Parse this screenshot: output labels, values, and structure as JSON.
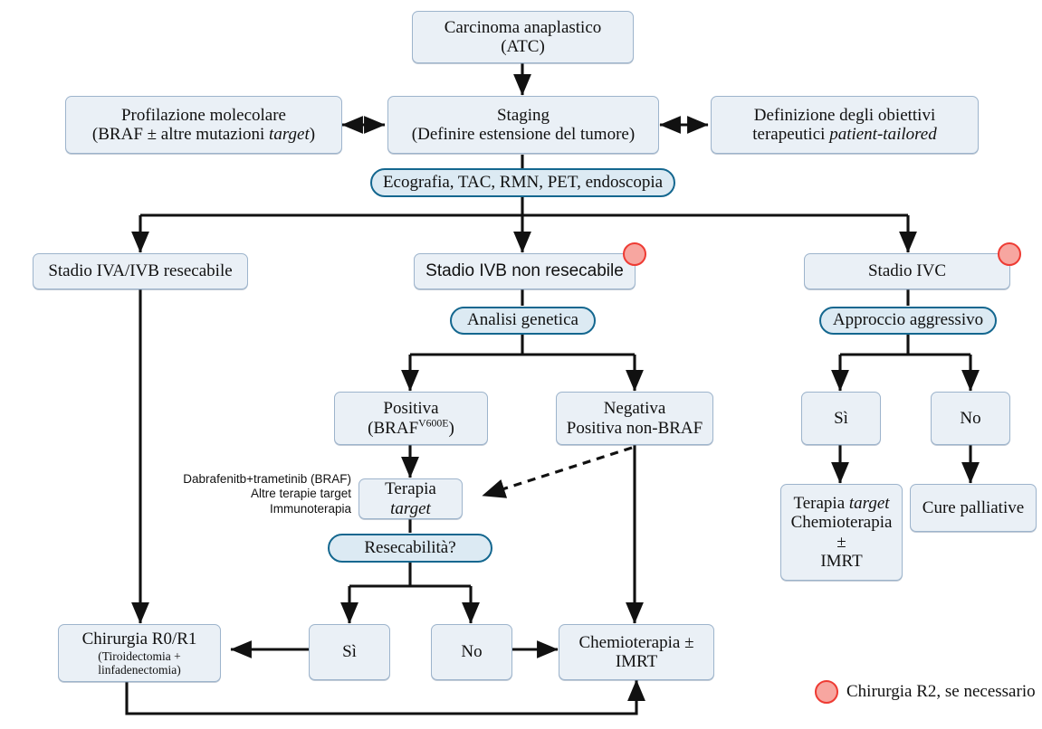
{
  "diagram": {
    "title_node": {
      "line1": "Carcinoma anaplastico",
      "line2": "(ATC)"
    },
    "profiling": {
      "line1": "Profilazione molecolare",
      "line2_a": "(BRAF ± altre mutazioni ",
      "line2_it": "target",
      "line2_b": ")"
    },
    "staging": {
      "line1": "Staging",
      "line2": "(Definire estensione del tumore)"
    },
    "objectives": {
      "line1": "Definizione degli obiettivi",
      "line2_a": "terapeutici ",
      "line2_it": "patient-tailored"
    },
    "imaging_pill": "Ecografia, TAC, RMN, PET, endoscopia",
    "stage_resectable": "Stadio IVA/IVB resecabile",
    "stage_ivb": "Stadio IVB non resecabile",
    "stage_ivc": "Stadio IVC",
    "genetic_pill": "Analisi genetica",
    "aggressive_pill": "Approccio aggressivo",
    "positive": {
      "line1": "Positiva",
      "line2_a": "(BRAF",
      "line2_sup": "V600E",
      "line2_b": ")"
    },
    "negative": {
      "line1": "Negativa",
      "line2": "Positiva non-BRAF"
    },
    "therapy_annotation": {
      "line1": "Dabrafenitb+trametinib (BRAF)",
      "line2": "Altre terapie target",
      "line3": "Immunoterapia"
    },
    "target_therapy": {
      "text_a": "Terapia ",
      "text_it": "target"
    },
    "resectability_pill": "Resecabilità?",
    "yes_left": "Sì",
    "no_left": "No",
    "yes_right": "Sì",
    "no_right": "No",
    "surgery": {
      "line1": "Chirurgia R0/R1",
      "line2": "(Tiroidectomia +",
      "line3": "linfadenectomia)"
    },
    "chemo": {
      "line1": "Chemioterapia ±",
      "line2": "IMRT"
    },
    "ivc_therapy": {
      "line1_a": "Terapia ",
      "line1_it": "target",
      "line2": "Chemioterapia",
      "line3": "±",
      "line4": "IMRT"
    },
    "palliative": "Cure palliative",
    "legend": {
      "text": "Chirurgia R2, se necessario",
      "marker_name": "red-circle-marker"
    }
  },
  "colors": {
    "node_fill": "#eaf0f6",
    "node_border": "#9db4cc",
    "pill_fill": "#dceaf3",
    "pill_border": "#14678f",
    "marker_fill": "#f7a6a0",
    "marker_border": "#ee3b33",
    "edge": "#111111"
  }
}
